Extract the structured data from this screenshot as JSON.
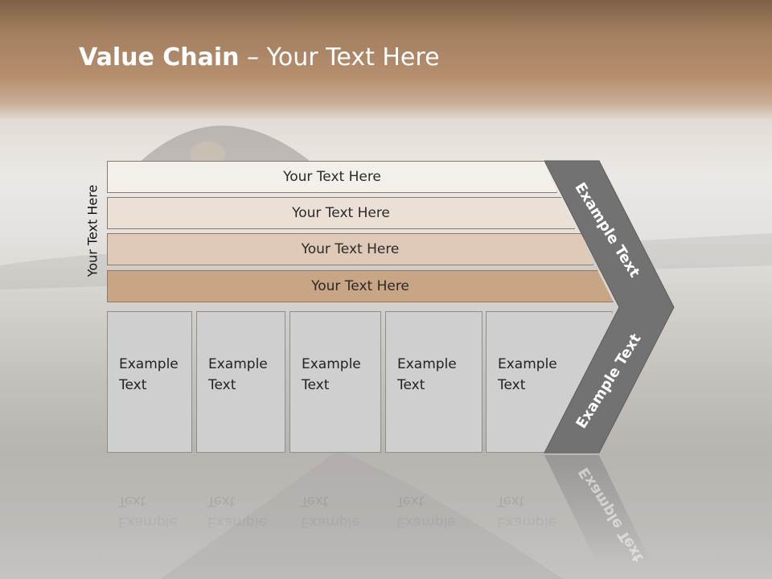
{
  "title": {
    "bold": "Value Chain",
    "rest": " – Your Text Here"
  },
  "side_label": "Your Text Here",
  "bands": [
    "Your Text Here",
    "Your Text Here",
    "Your Text Here",
    "Your Text Here"
  ],
  "boxes": [
    {
      "line1": "Example",
      "line2": "Text"
    },
    {
      "line1": "Example",
      "line2": "Text"
    },
    {
      "line1": "Example",
      "line2": "Text"
    },
    {
      "line1": "Example",
      "line2": "Text"
    },
    {
      "line1": "Example",
      "line2": "Text"
    }
  ],
  "chevron": {
    "upper": "Example Text",
    "lower": "Example Text"
  },
  "colors": {
    "header_brown": "#b58e6d",
    "band_1": "#f3f0ec",
    "band_2": "#ebe0d5",
    "band_3": "#dfcab7",
    "band_4": "#c7a585",
    "box_gray": "#cfcfcf",
    "chevron_gray": "#727272"
  }
}
